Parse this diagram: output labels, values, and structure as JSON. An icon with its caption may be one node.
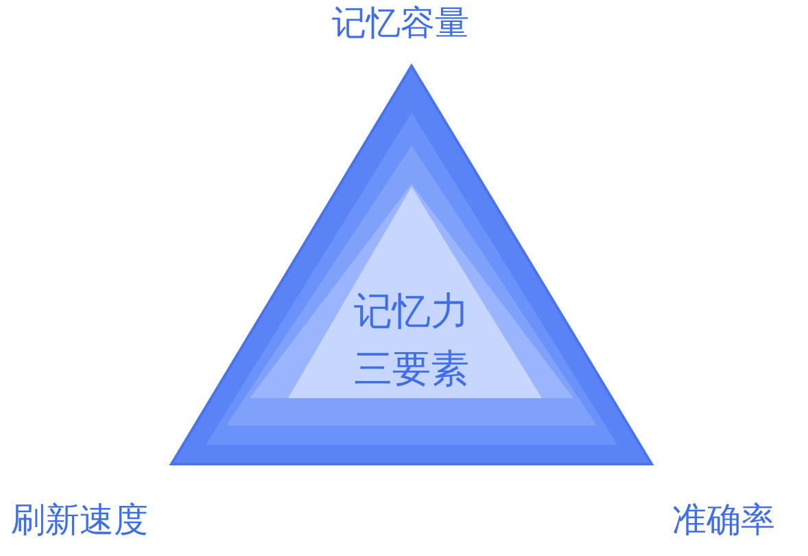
{
  "diagram": {
    "nodes": [
      {
        "text": [
          "记忆力三要素"
        ]
      }
    ],
    "edges": [],
    "labels": [
      "记忆容量",
      "刷新速度",
      "准确率"
    ]
  }
}
